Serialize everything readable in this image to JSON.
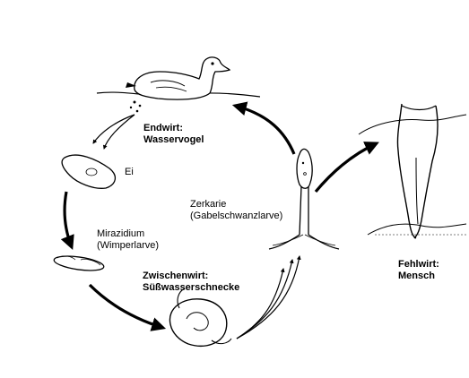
{
  "labels": {
    "endwirt": "Endwirt:",
    "endwirt_host": "Wasservogel",
    "ei": "Ei",
    "zerkarie": "Zerkarie",
    "zerkarie_sub": "(Gabelschwanzlarve)",
    "mirazidium": "Mirazidium",
    "mirazidium_sub": "(Wimperlarve)",
    "zwischenwirt": "Zwischenwirt:",
    "zwischenwirt_host": "Süßwasserschnecke",
    "fehlwirt": "Fehlwirt:",
    "fehlwirt_host": "Mensch"
  },
  "icons": {
    "bird": "duck-icon",
    "egg": "egg-icon",
    "miracidium": "miracidium-larva-icon",
    "snail": "snail-icon",
    "cercaria": "cercaria-larva-icon",
    "human": "human-legs-icon"
  },
  "colors": {
    "ink": "#000000",
    "background": "#ffffff"
  }
}
